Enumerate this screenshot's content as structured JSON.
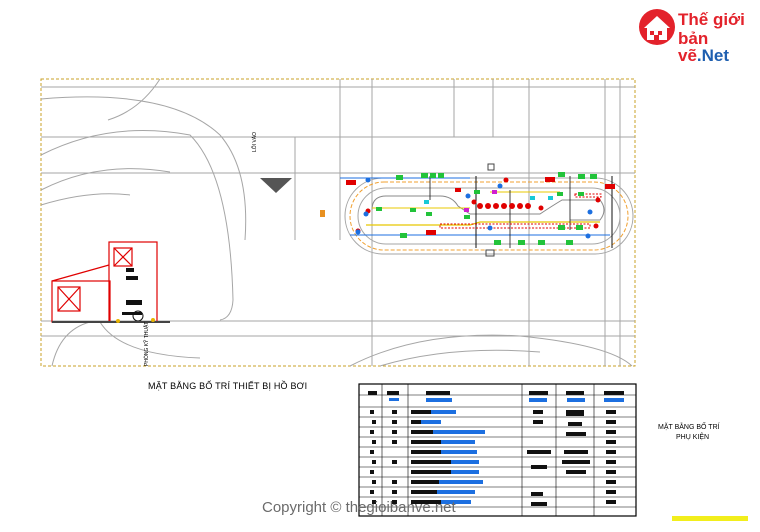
{
  "brand": {
    "line1": "Thế giới",
    "line2": "bản vẽ",
    "suffix": ".Net",
    "colors": {
      "red": "#e3222b",
      "blue": "#1e5fb0"
    },
    "icon": "house-icon"
  },
  "drawing": {
    "title": "MẶT BẰNG BỐ TRÍ THIẾT BỊ HỒ BƠI",
    "side_note_line1": "MẶT BẰNG BỐ TRÍ",
    "side_note_line2": "PHỤ KIỆN",
    "vertical_label_top": "LỐI VÀO",
    "vertical_label_left": "PHÒNG KỸ THUẬT",
    "colors": {
      "frame": "#c9a227",
      "lines": "#a6a6a6",
      "red": "#e00000",
      "blue": "#1c6fe0",
      "green": "#22c33a",
      "highlight": "#f2ee1c"
    }
  },
  "watermark": "Copyright © thegioibanve.net"
}
